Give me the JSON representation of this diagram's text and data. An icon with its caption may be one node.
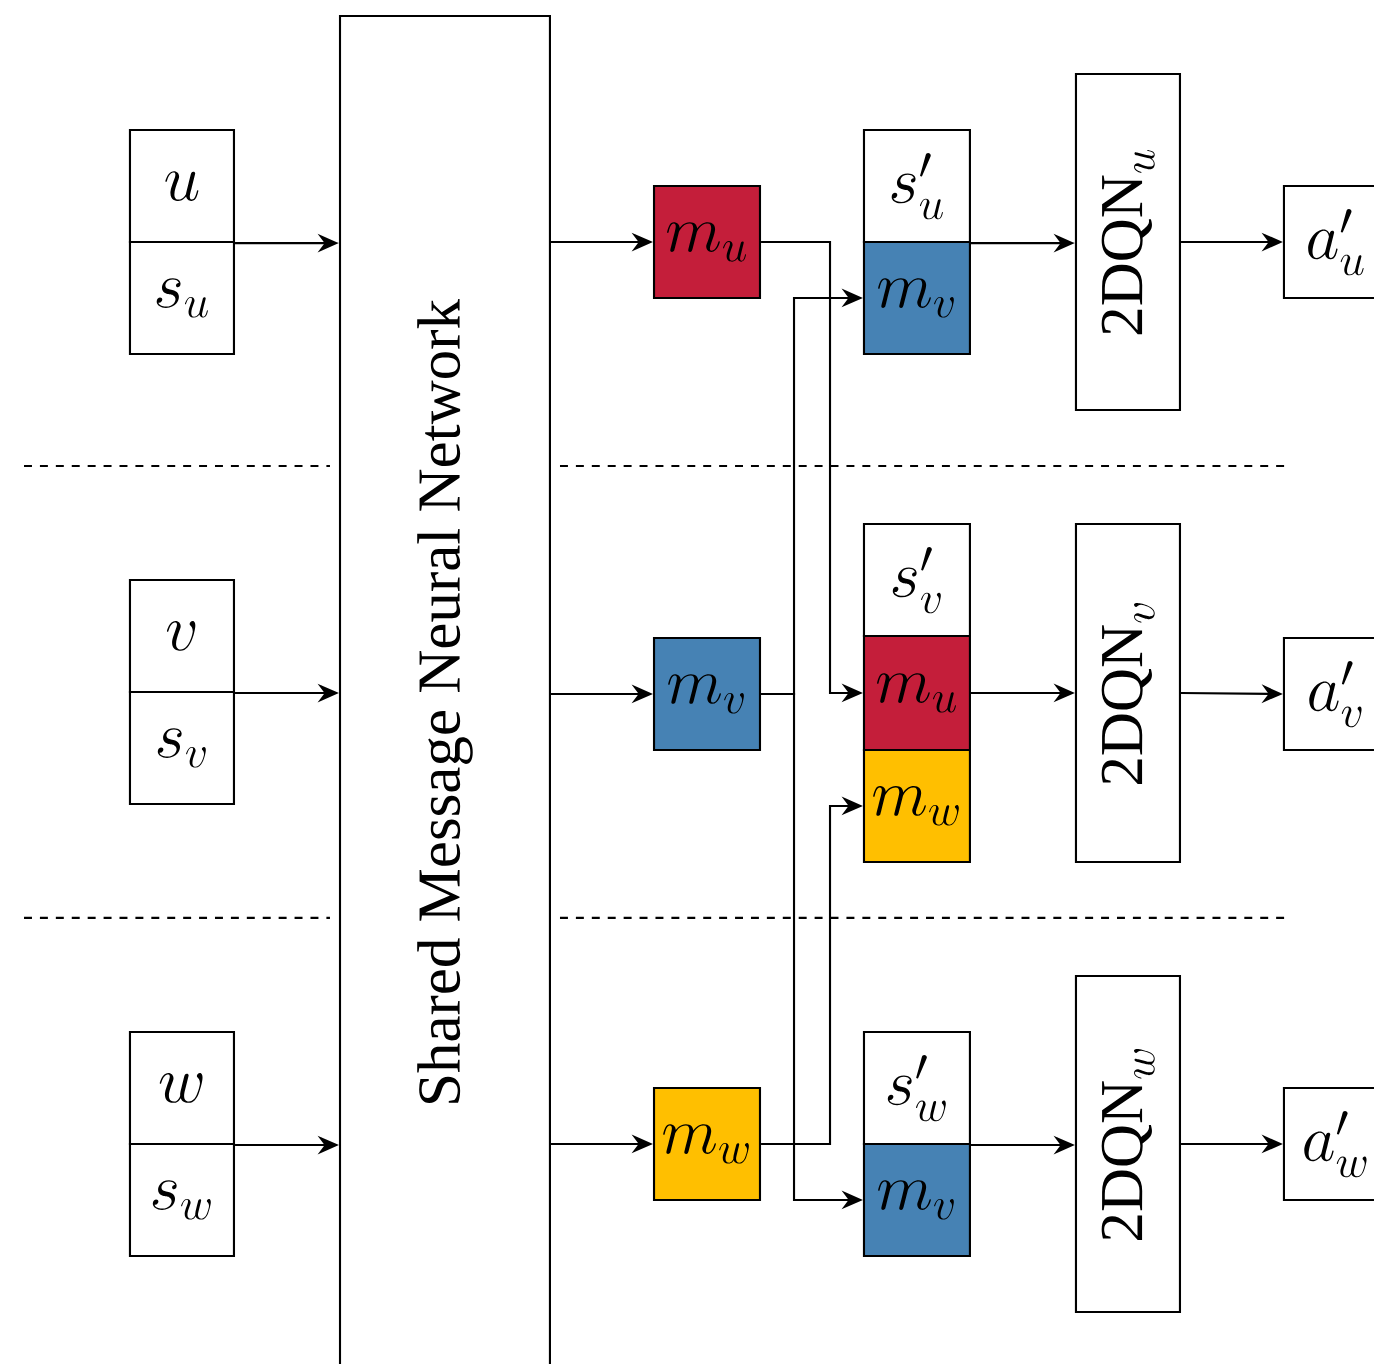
{
  "diagram": {
    "nodes": [
      {
        "text": [
          "u"
        ]
      },
      {
        "text": [
          "s_u"
        ]
      },
      {
        "text": [
          "v"
        ]
      },
      {
        "text": [
          "s_v"
        ]
      },
      {
        "text": [
          "w"
        ]
      },
      {
        "text": [
          "s_w"
        ]
      },
      {
        "text": [
          "Shared Message Neural Network"
        ]
      },
      {
        "text": [
          "m_u"
        ]
      },
      {
        "text": [
          "m_v"
        ]
      },
      {
        "text": [
          "m_w"
        ]
      },
      {
        "text": [
          "s'_u"
        ]
      },
      {
        "text": [
          "m_v"
        ]
      },
      {
        "text": [
          "s'_v"
        ]
      },
      {
        "text": [
          "m_u"
        ]
      },
      {
        "text": [
          "m_w"
        ]
      },
      {
        "text": [
          "s'_w"
        ]
      },
      {
        "text": [
          "m_v"
        ]
      },
      {
        "text": [
          "\\mathrm{2DQN}_u"
        ]
      },
      {
        "text": [
          "\\mathrm{2DQN}_v"
        ]
      },
      {
        "text": [
          "\\mathrm{2DQN}_w"
        ]
      },
      {
        "text": [
          "a'_u"
        ]
      },
      {
        "text": [
          "a'_v"
        ]
      },
      {
        "text": [
          "a'_w"
        ]
      }
    ],
    "edges": [
      {
        "from": 0,
        "to": 6,
        "arrow": "to"
      },
      {
        "from": 2,
        "to": 6,
        "arrow": "to"
      },
      {
        "from": 4,
        "to": 6,
        "arrow": "to"
      },
      {
        "from": 6,
        "to": 7,
        "arrow": "to"
      },
      {
        "from": 6,
        "to": 8,
        "arrow": "to"
      },
      {
        "from": 6,
        "to": 9,
        "arrow": "to"
      },
      {
        "from": 7,
        "to": 13,
        "arrow": "to"
      },
      {
        "from": 8,
        "to": 11,
        "arrow": "to"
      },
      {
        "from": 8,
        "to": 16,
        "arrow": "to"
      },
      {
        "from": 9,
        "to": 14,
        "arrow": "to"
      },
      {
        "from": 10,
        "to": 17,
        "arrow": "to"
      },
      {
        "from": 13,
        "to": 18,
        "arrow": "to"
      },
      {
        "from": 15,
        "to": 19,
        "arrow": "to"
      },
      {
        "from": 17,
        "to": 20,
        "arrow": "to"
      },
      {
        "from": 18,
        "to": 21,
        "arrow": "to"
      },
      {
        "from": 19,
        "to": 22,
        "arrow": "to"
      }
    ]
  }
}
